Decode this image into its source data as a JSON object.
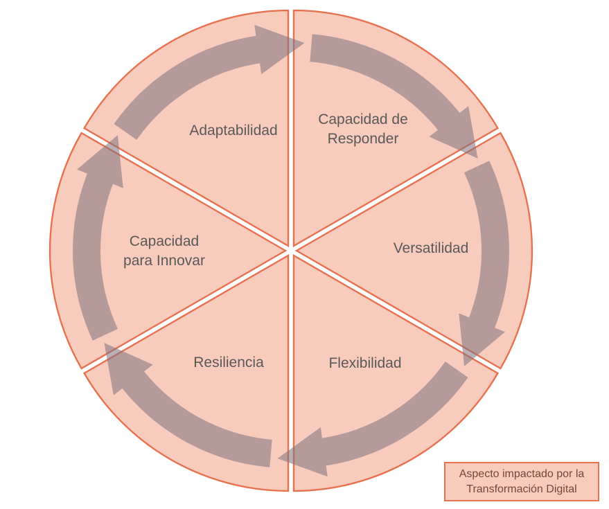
{
  "diagram": {
    "type": "segmented-cycle",
    "flow_direction": "clockwise",
    "segments": [
      {
        "id": "adaptabilidad",
        "lines": [
          "Adaptabilidad"
        ]
      },
      {
        "id": "capacidad-de-responder",
        "lines": [
          "Capacidad de",
          "Responder"
        ]
      },
      {
        "id": "versatilidad",
        "lines": [
          "Versatilidad"
        ]
      },
      {
        "id": "flexibilidad",
        "lines": [
          "Flexibilidad"
        ]
      },
      {
        "id": "resiliencia",
        "lines": [
          "Resiliencia"
        ]
      },
      {
        "id": "capacidad-para-innovar",
        "lines": [
          "Capacidad",
          "para Innovar"
        ]
      }
    ],
    "colors": {
      "segment_fill": "#f8ccbc",
      "segment_border": "#e8724f",
      "arrow_gray": "#7d737d",
      "label_text": "#595959",
      "legend_text": "#7a4535"
    }
  },
  "legend": {
    "lines": [
      "Aspecto impactado por la",
      "Transformación Digital"
    ]
  }
}
